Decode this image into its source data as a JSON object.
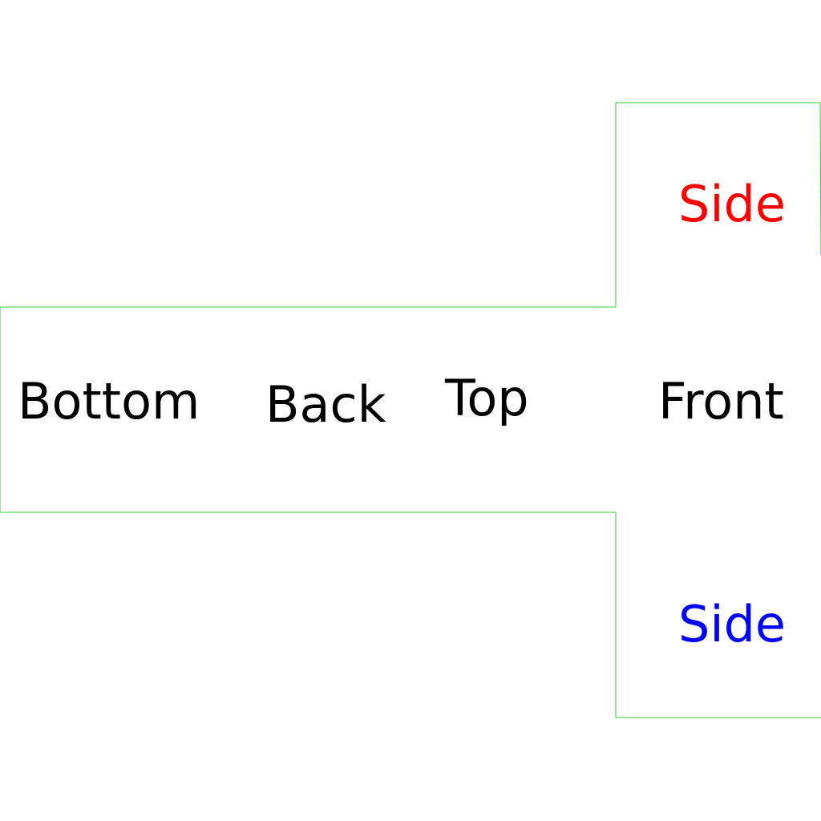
{
  "diagram": {
    "line_color": "#33cc33",
    "faces": {
      "bottom": {
        "label": "Bottom",
        "color": "#000000"
      },
      "back": {
        "label": "Back",
        "color": "#000000"
      },
      "top": {
        "label": "Top",
        "color": "#000000"
      },
      "front": {
        "label": "Front",
        "color": "#000000"
      },
      "side_upper": {
        "label": "Side",
        "color": "#ff0000"
      },
      "side_lower": {
        "label": "Side",
        "color": "#0000ff"
      }
    }
  }
}
